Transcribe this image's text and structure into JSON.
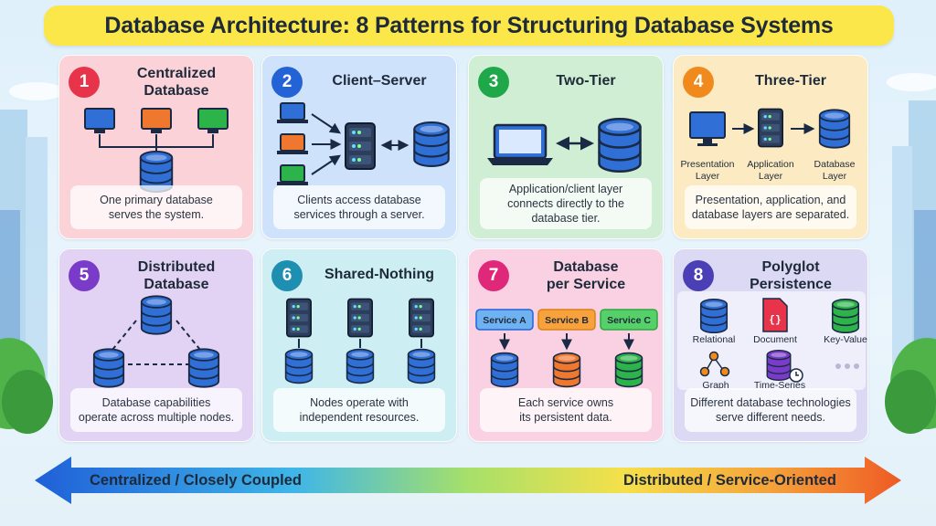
{
  "title": "Database Architecture: 8 Patterns for Structuring Database Systems",
  "colors": {
    "red": "#e8344a",
    "blue": "#2463d6",
    "green": "#1fa84a",
    "orange": "#f08a1c",
    "purple": "#7a3cc8",
    "teal": "#1e8fb0",
    "pink": "#e0287a",
    "indigo": "#4a3fb5",
    "db_blue": "#2f6fd6"
  },
  "patterns": [
    {
      "number": "1",
      "title_line1": "Centralized",
      "title_line2": "Database",
      "desc_line1": "One primary database",
      "desc_line2": "serves the system."
    },
    {
      "number": "2",
      "title": "Client–Server",
      "desc_line1": "Clients access database",
      "desc_line2": "services through a server."
    },
    {
      "number": "3",
      "title": "Two-Tier",
      "desc_line1": "Application/client layer",
      "desc_line2": "connects directly to the",
      "desc_line3": "database tier."
    },
    {
      "number": "4",
      "title": "Three-Tier",
      "desc_line1": "Presentation, application, and",
      "desc_line2": "database layers are separated.",
      "layers": [
        {
          "line1": "Presentation",
          "line2": "Layer"
        },
        {
          "line1": "Application",
          "line2": "Layer"
        },
        {
          "line1": "Database",
          "line2": "Layer"
        }
      ]
    },
    {
      "number": "5",
      "title_line1": "Distributed",
      "title_line2": "Database",
      "desc_line1": "Database capabilities",
      "desc_line2": "operate across multiple nodes."
    },
    {
      "number": "6",
      "title": "Shared-Nothing",
      "desc_line1": "Nodes operate with",
      "desc_line2": "independent resources."
    },
    {
      "number": "7",
      "title_line1": "Database",
      "title_line2": "per Service",
      "desc_line1": "Each service owns",
      "desc_line2": "its persistent data.",
      "services": [
        "Service A",
        "Service B",
        "Service C"
      ]
    },
    {
      "number": "8",
      "title_line1": "Polyglot",
      "title_line2": "Persistence",
      "desc_line1": "Different database technologies",
      "desc_line2": "serve different needs.",
      "stores": [
        "Relational",
        "Document",
        "Key-Value",
        "Graph",
        "Time-Series"
      ]
    }
  ],
  "spectrum": {
    "left_label": "Centralized / Closely Coupled",
    "right_label": "Distributed / Service-Oriented"
  }
}
